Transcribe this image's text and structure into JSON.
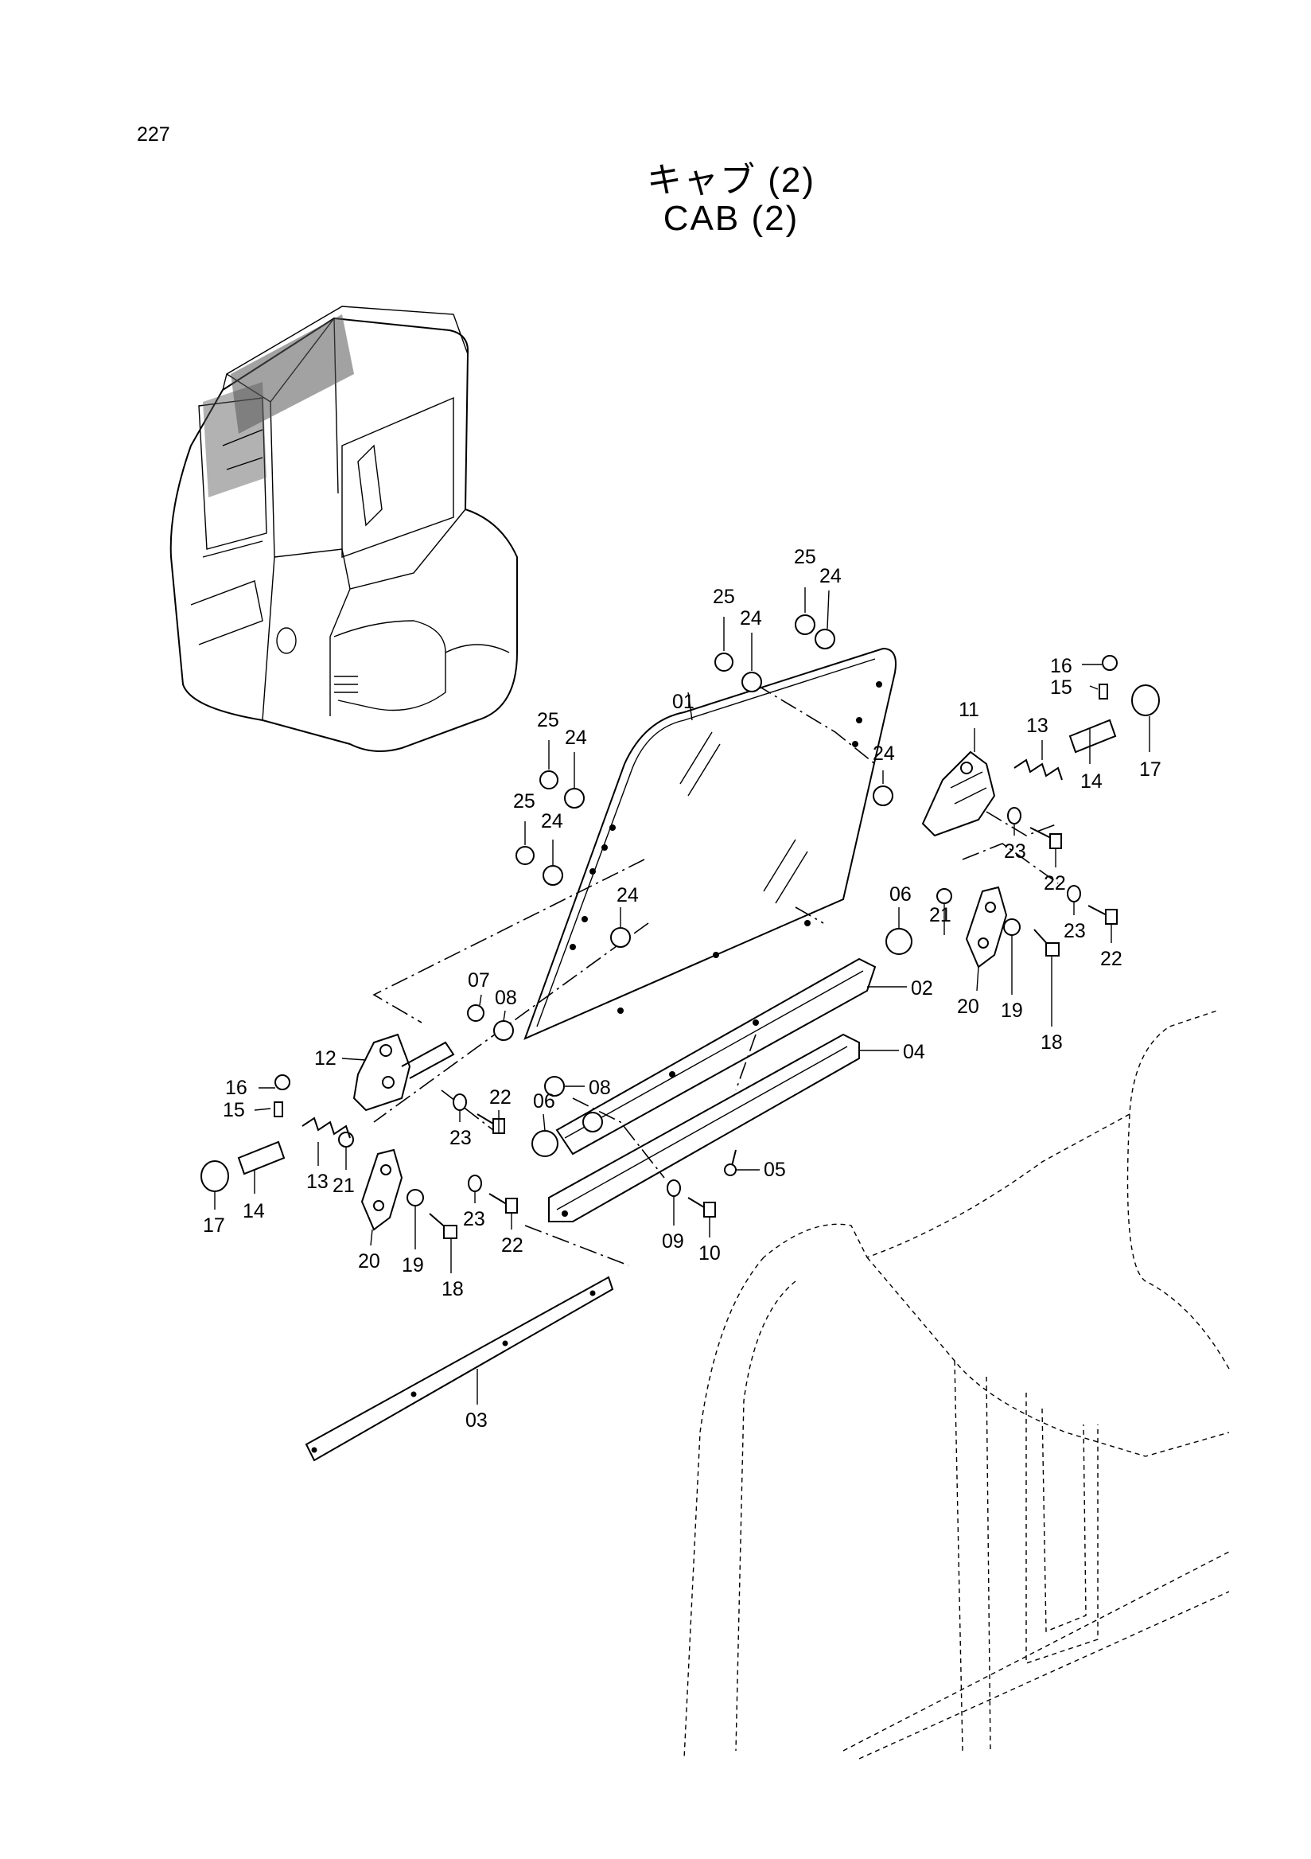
{
  "page": {
    "number": "227"
  },
  "title": {
    "japanese": "キャブ (2)",
    "english": "CAB (2)"
  },
  "callouts": {
    "c01": "01",
    "c02": "02",
    "c03": "03",
    "c04": "04",
    "c05": "05",
    "c06a": "06",
    "c06b": "06",
    "c07": "07",
    "c08a": "08",
    "c08b": "08",
    "c09": "09",
    "c10": "10",
    "c11": "11",
    "c12": "12",
    "c13a": "13",
    "c13b": "13",
    "c14a": "14",
    "c14b": "14",
    "c15a": "15",
    "c15b": "15",
    "c16a": "16",
    "c16b": "16",
    "c17a": "17",
    "c17b": "17",
    "c18a": "18",
    "c18b": "18",
    "c19a": "19",
    "c19b": "19",
    "c20a": "20",
    "c20b": "20",
    "c21a": "21",
    "c21b": "21",
    "c22a": "22",
    "c22b": "22",
    "c22c": "22",
    "c22d": "22",
    "c23a": "23",
    "c23b": "23",
    "c23c": "23",
    "c23d": "23",
    "c24a": "24",
    "c24b": "24",
    "c24c": "24",
    "c24d": "24",
    "c24e": "24",
    "c24f": "24",
    "c25a": "25",
    "c25b": "25",
    "c25c": "25",
    "c25d": "25"
  }
}
